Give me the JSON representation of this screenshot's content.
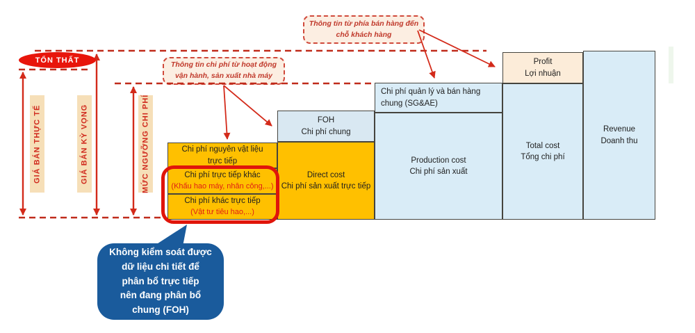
{
  "diagram": {
    "loss_badge": "TỔN THẤT",
    "callouts": {
      "sales_info": "Thông tin từ phía bán hàng đến\nchỗ khách hàng",
      "cost_info": "Thông tin chi phí từ hoạt động\nvận hành, sản xuất nhà máy"
    },
    "price_axes": [
      {
        "label": "GIÁ BÁN THỰC TẾ"
      },
      {
        "label": "GIÁ BÁN KỲ VỌNG"
      },
      {
        "label": "MỨC NGƯỠNG CHI PHÍ"
      }
    ],
    "cost_boxes": {
      "materials": "Chi phí nguyên vật liệu\ntrực tiếp",
      "other_direct_main": "Chi phí trực tiếp khác",
      "other_direct_sub": "(Khấu hao máy, nhân công,...)",
      "misc_direct_main": "Chi phí khác trực tiếp",
      "misc_direct_sub": "(Vật tư tiêu hao,...)",
      "foh": "FOH\nChi phí chung",
      "direct_cost": "Direct cost\nChi phí sản xuất trực tiếp",
      "sgae": "Chi phí quản lý và bán hàng\nchung (SG&AE)",
      "production": "Production cost\nChi phí sản xuất",
      "profit": "Profit\nLợi nhuận",
      "total_cost": "Total cost\nTổng chi phí",
      "revenue": "Revenue\nDoanh thu"
    },
    "note_bubble": "Không kiểm soát được\ndữ liệu chi tiết để\nphân bổ trực tiếp\nnên đang phân bổ\nchung (FOH)",
    "colors": {
      "accent_red": "#d32a1a",
      "direct_cost_yellow": "#ffc000",
      "cost_blue": "#d9ecf7",
      "profit_peach": "#fcecd9",
      "note_blue": "#1a5b9c",
      "label_peach": "#f6dfb8"
    }
  }
}
